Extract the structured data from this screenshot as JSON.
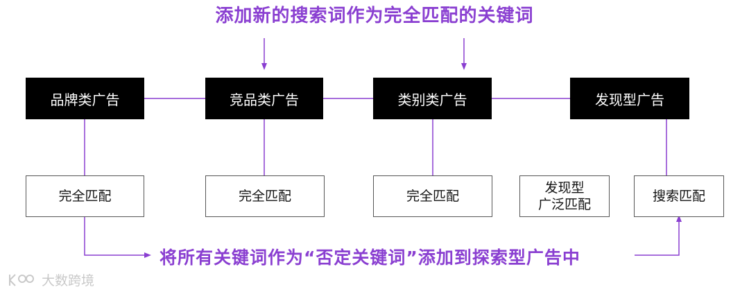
{
  "top_caption": "添加新的搜索词作为完全匹配的关键词",
  "bottom_caption": "将所有关键词作为“否定关键词”添加到探索型广告中",
  "top_blocks": [
    {
      "label": "品牌类广告"
    },
    {
      "label": "竞品类广告"
    },
    {
      "label": "类别类广告"
    },
    {
      "label": "发现型广告"
    }
  ],
  "bottom_boxes": [
    {
      "line1": "完全匹配",
      "line2": ""
    },
    {
      "line1": "完全匹配",
      "line2": ""
    },
    {
      "line1": "完全匹配",
      "line2": ""
    },
    {
      "line1": "发现型",
      "line2": "广泛匹配"
    },
    {
      "line1": "搜索匹配",
      "line2": ""
    }
  ],
  "watermark": {
    "text": "大数跨境",
    "logo": "kc-logo-icon"
  },
  "colors": {
    "accent": "#8a3fd1",
    "block": "#000000",
    "box_border": "#555555"
  }
}
